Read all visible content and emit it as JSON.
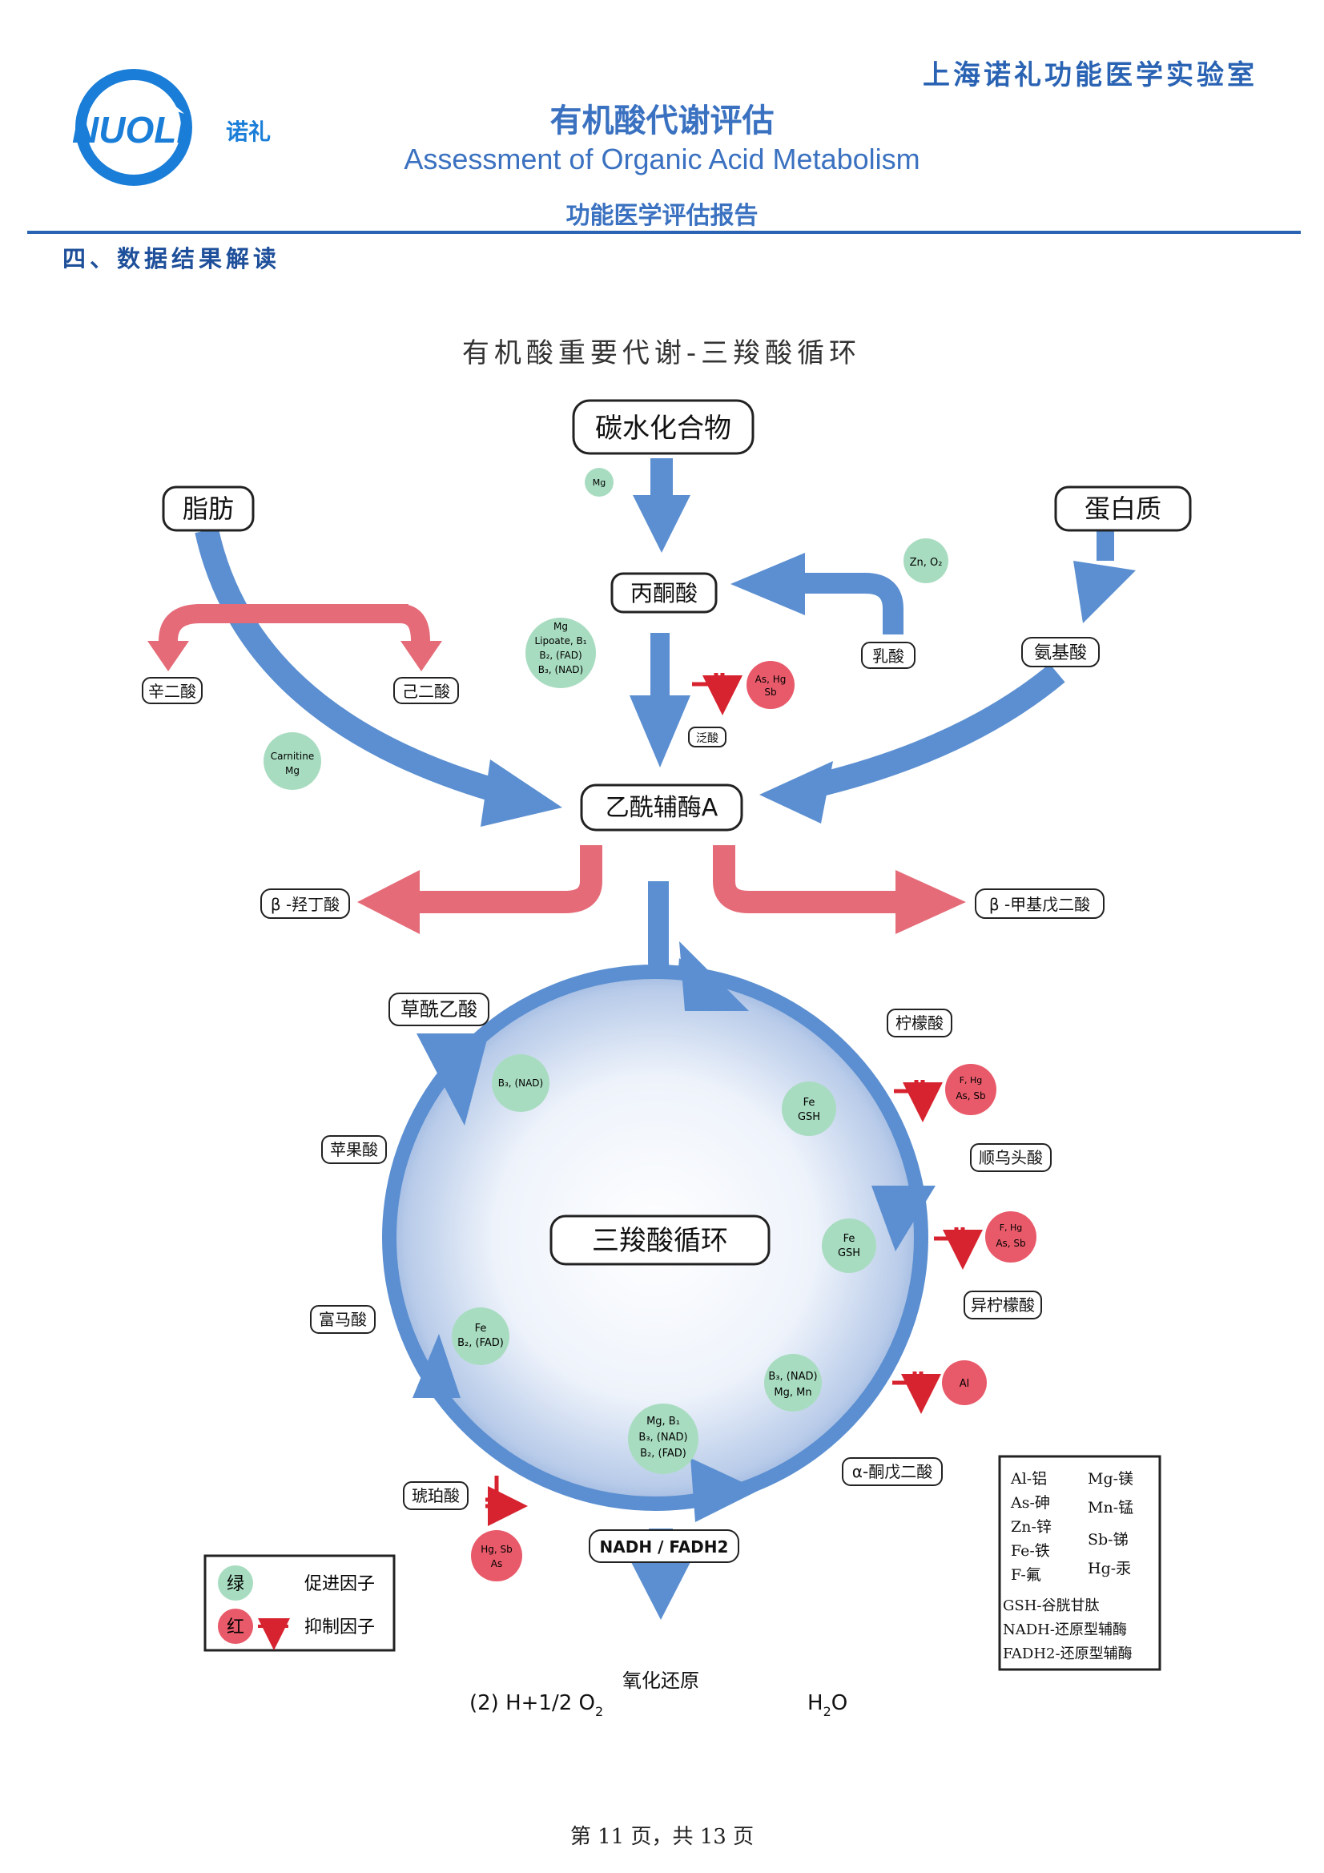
{
  "header": {
    "logo_brand": "NUOLI",
    "logo_cn": "诺礼",
    "lab_name": "上海诺礼功能医学实验室",
    "title_cn": "有机酸代谢评估",
    "title_en": "Assessment of Organic Acid Metabolism",
    "subtitle": "功能医学评估报告"
  },
  "section_heading": "四、数据结果解读",
  "diagram": {
    "title": "有机酸重要代谢-三羧酸循环",
    "nodes": {
      "carbohydrate": "碳水化合物",
      "fat": "脂肪",
      "protein": "蛋白质",
      "pyruvate": "丙酮酸",
      "lactate": "乳酸",
      "amino_acid": "氨基酸",
      "suberic": "辛二酸",
      "adipic": "己二酸",
      "pantothenic": "泛酸",
      "acetyl_coa": "乙酰辅酶A",
      "beta_hydroxybutyrate": "β -羟丁酸",
      "beta_methylglutarate": "β -甲基戊二酸",
      "oxaloacetate": "草酰乙酸",
      "citrate": "柠檬酸",
      "cis_aconitate": "顺乌头酸",
      "isocitrate": "异柠檬酸",
      "alpha_ketoglutarate": "α-酮戊二酸",
      "succinate": "琥珀酸",
      "fumarate": "富马酸",
      "malate": "苹果酸",
      "tca_cycle": "三羧酸循环",
      "nadh_fadh2": "NADH / FADH2",
      "redox": "氧化还原"
    },
    "equation": {
      "left": "(2)  H+1/2 O",
      "left_sub": "2",
      "right": "H",
      "right_sub": "2",
      "right_tail": "O"
    },
    "promoters": {
      "mg_carb": [
        "Mg"
      ],
      "zn_o2": [
        "Zn, O₂"
      ],
      "pdh": [
        "Mg",
        "Lipoate, B₁",
        "B₂, (FAD)",
        "B₃, (NAD)"
      ],
      "carnitine": [
        "Carnitine",
        "Mg"
      ],
      "b3_nad": [
        "B₃, (NAD)"
      ],
      "fe_gsh_1": [
        "Fe",
        "GSH"
      ],
      "fe_gsh_2": [
        "Fe",
        "GSH"
      ],
      "fe_b2": [
        "Fe",
        "B₂, (FAD)"
      ],
      "b3_mg_mn": [
        "B₃, (NAD)",
        "Mg, Mn"
      ],
      "mg_b1": [
        "Mg, B₁",
        "B₃, (NAD)",
        "B₂, (FAD)"
      ]
    },
    "inhibitors": {
      "as_hg_sb": [
        "As, Hg",
        "Sb"
      ],
      "f_hg_as_sb_1": [
        "F, Hg",
        "As, Sb"
      ],
      "f_hg_as_sb_2": [
        "F, Hg",
        "As, Sb"
      ],
      "al": [
        "Al"
      ],
      "hg_sb_as": [
        "Hg, Sb",
        "As"
      ]
    },
    "legend": {
      "green_label": "绿",
      "green_text": "促进因子",
      "red_label": "红",
      "red_text": "抑制因子"
    },
    "abbreviations": {
      "col1": [
        "Al-铝",
        "As-砷",
        "Zn-锌",
        "Fe-铁",
        "F-氟"
      ],
      "col2": [
        "Mg-镁",
        "Mn-锰",
        "Sb-锑",
        "Hg-汞"
      ],
      "full": [
        "GSH-谷胱甘肽",
        "NADH-还原型辅酶",
        "FADH2-还原型辅酶"
      ]
    },
    "colors": {
      "blue_arrow": "#5b8fd1",
      "red_arrow": "#e56b78",
      "green_circle": "#a8dcc0",
      "red_circle": "#e85a6a",
      "inhibit": "#d7232f"
    }
  },
  "footer": "第 11 页，共 13 页"
}
